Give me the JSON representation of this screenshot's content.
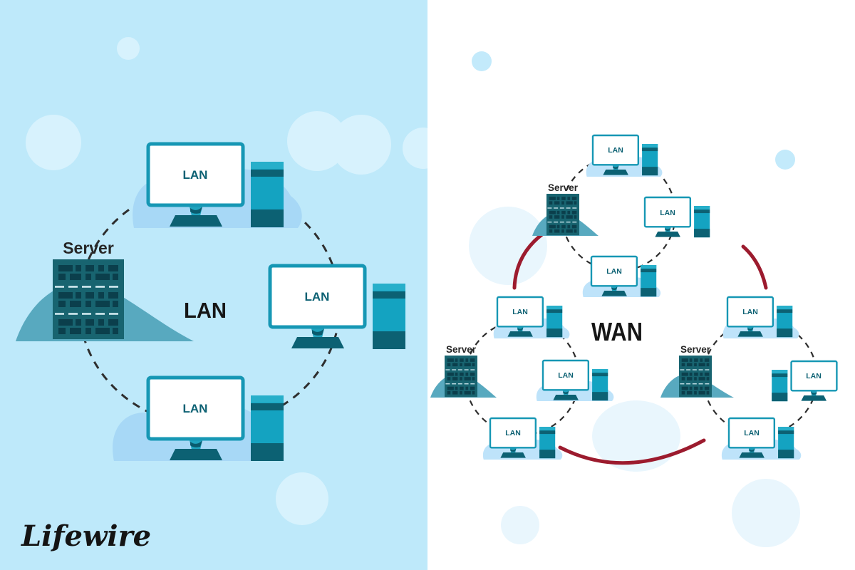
{
  "brand": {
    "logo_text": "Lifewire"
  },
  "left_panel": {
    "title": "LAN",
    "server": {
      "label": "Server"
    },
    "computers": [
      {
        "position": "top",
        "label": "LAN"
      },
      {
        "position": "right",
        "label": "LAN"
      },
      {
        "position": "bottom",
        "label": "LAN"
      }
    ]
  },
  "right_panel": {
    "title": "WAN",
    "clusters": [
      {
        "id": "top",
        "server": {
          "label": "Server"
        },
        "computers": [
          {
            "position": "top",
            "label": "LAN"
          },
          {
            "position": "right",
            "label": "LAN"
          },
          {
            "position": "bottom",
            "label": "LAN"
          }
        ]
      },
      {
        "id": "bottom-left",
        "server": {
          "label": "Server"
        },
        "computers": [
          {
            "position": "top",
            "label": "LAN"
          },
          {
            "position": "right",
            "label": "LAN"
          },
          {
            "position": "bottom",
            "label": "LAN"
          }
        ]
      },
      {
        "id": "bottom-right",
        "server": {
          "label": "Server"
        },
        "computers": [
          {
            "position": "top",
            "label": "LAN"
          },
          {
            "position": "right",
            "label": "LAN"
          },
          {
            "position": "bottom",
            "label": "LAN"
          }
        ]
      }
    ]
  },
  "colors": {
    "left_background": "#BEE9FA",
    "right_background": "#FFFFFF",
    "decor_circle_left": "#D7F2FD",
    "decor_circle_right_faint": "#E9F6FD",
    "decor_circle_right_blue": "#C3EAFB",
    "blob_left": "#A7D8F6",
    "blob_right": "#BEE3FA",
    "teal": "#14A3C1",
    "teal_dark": "#0C6173",
    "monitor_border": "#1697B4",
    "server_body": "#186470",
    "server_pattern": "#0B3F4C",
    "hill": "#58A9BF",
    "dash_line": "#2E2E2E",
    "wan_link_red": "#9C1B2E",
    "title_text": "#161616",
    "monitor_label_text": "#0C6173"
  }
}
